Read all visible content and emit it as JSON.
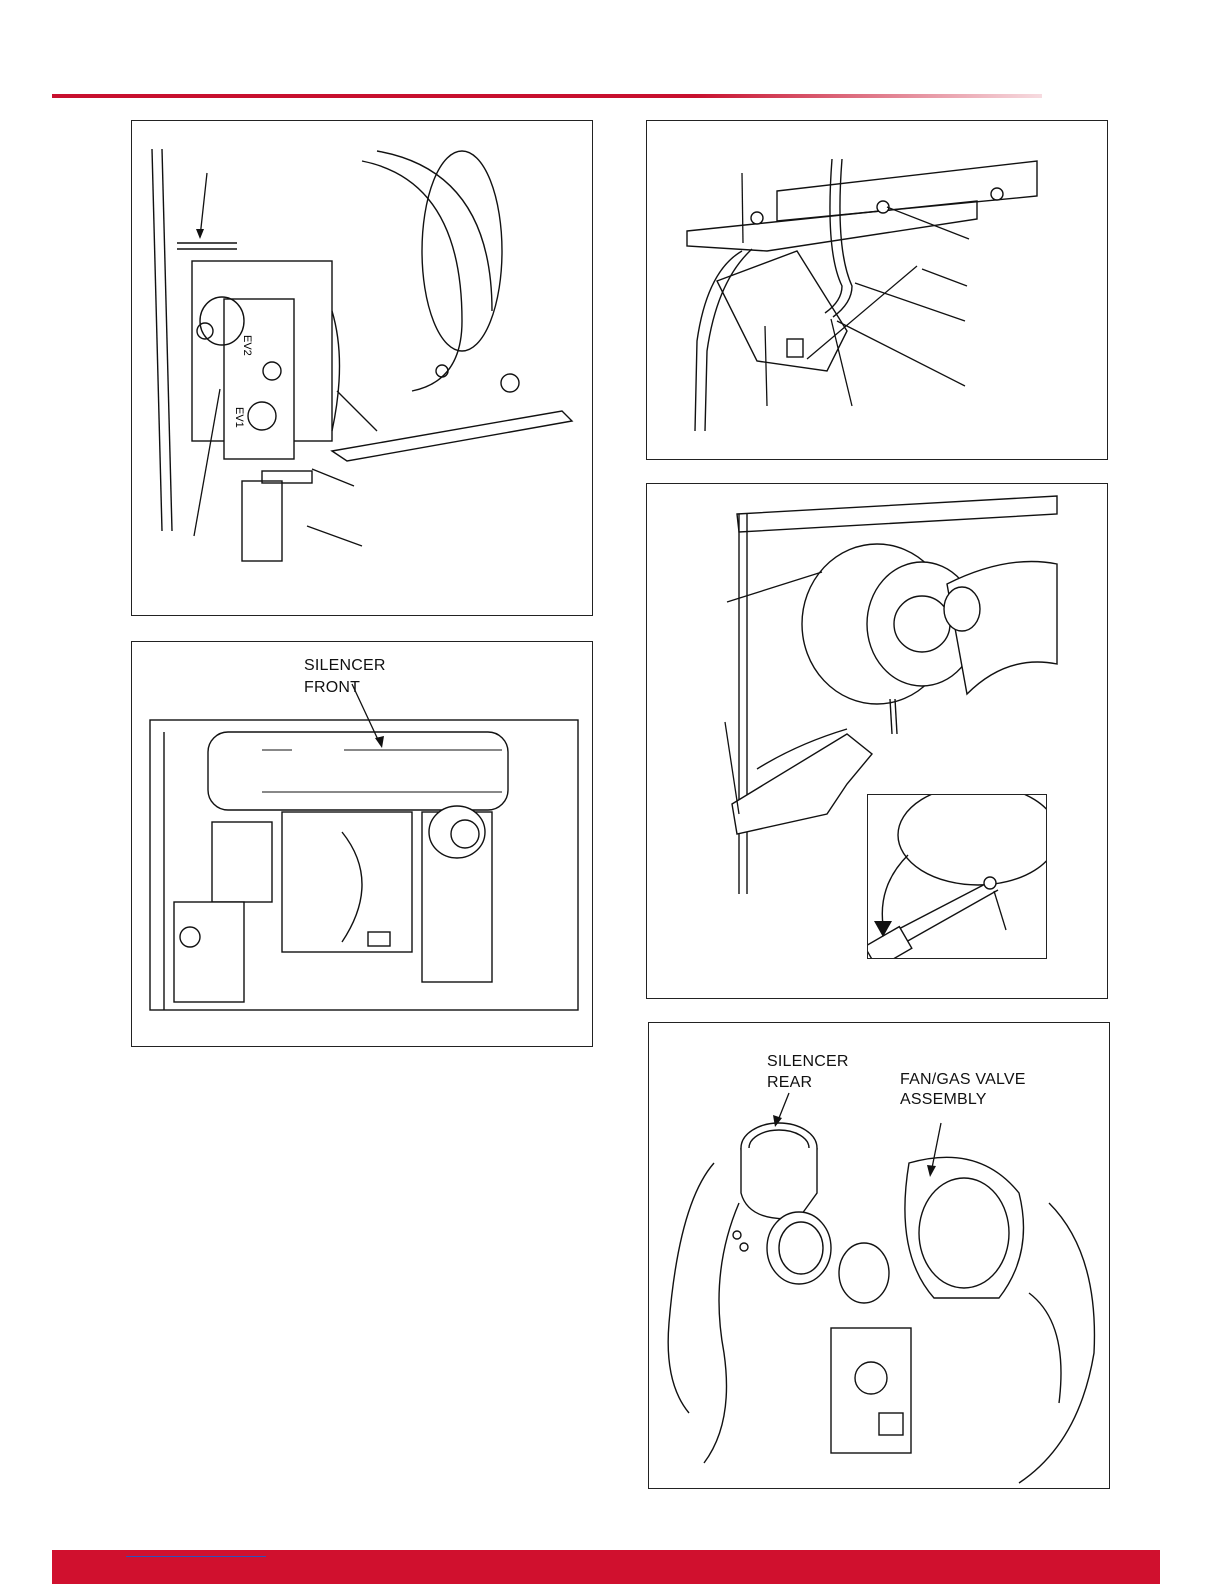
{
  "figures": {
    "silencer_front": {
      "label_line1": "SILENCER",
      "label_line2": "FRONT"
    },
    "assembly_removal": {
      "silencer_rear_line1": "SILENCER",
      "silencer_rear_line2": "REAR",
      "fan_valve_line1": "FAN/GAS VALVE",
      "fan_valve_line2": "ASSEMBLY"
    }
  },
  "colors": {
    "accent": "#c8102e",
    "link": "#2a52be"
  }
}
